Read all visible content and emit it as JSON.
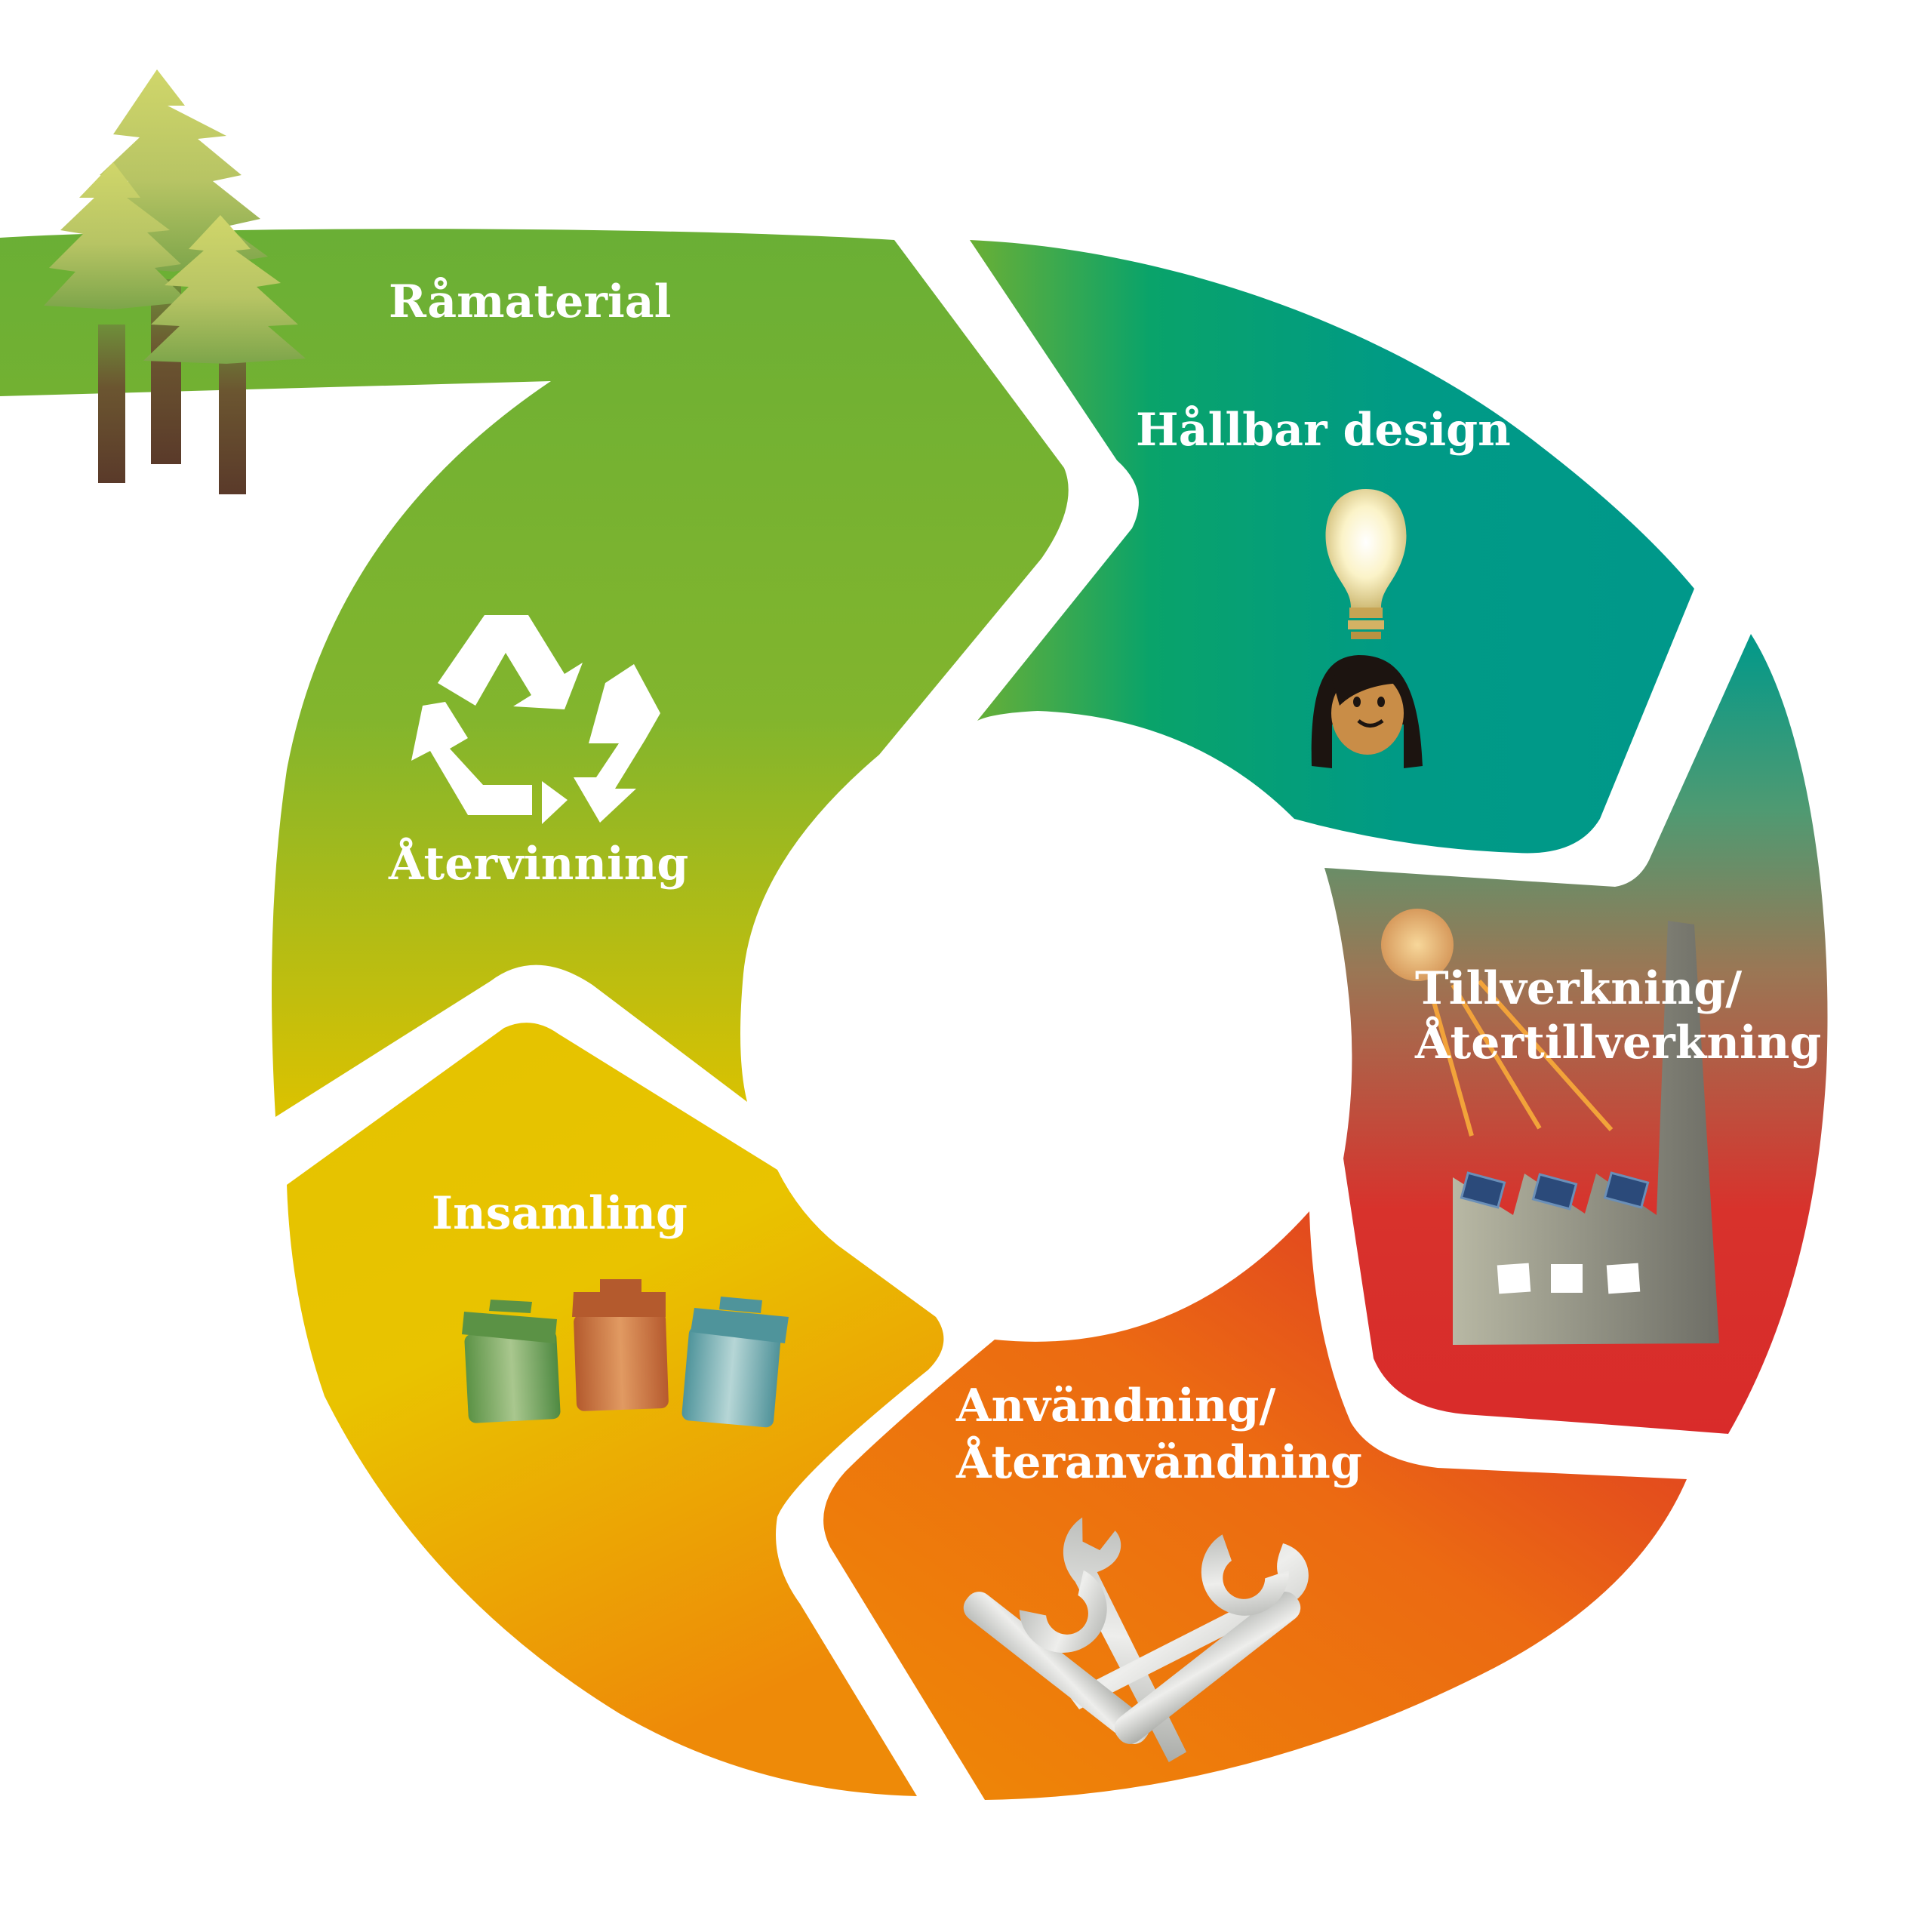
{
  "diagram": {
    "type": "circular-economy-cycle",
    "palette": {
      "green": "#6aaf35",
      "teal": "#009a86",
      "red": "#d92b2a",
      "orange": "#ee7d0d",
      "yellow": "#e6c400",
      "tree_light": "#c7d45a",
      "tree_trunk": "#5a3f2c",
      "bin_green": "#5f9a4a",
      "bin_brown": "#bf6632",
      "bin_teal": "#5e9fa6",
      "metal": "#c8c8c8",
      "factory": "#9a9a8a",
      "bulb": "#f3e7a3",
      "skin": "#c98d47",
      "hair": "#1c1410"
    },
    "stages": [
      {
        "key": "ramaterial",
        "label": "Råmaterial",
        "icon": "tree-icon"
      },
      {
        "key": "design",
        "label": "Hållbar design",
        "icon": "lightbulb-icon"
      },
      {
        "key": "manufacturing",
        "label_line1": "Tillverkning/",
        "label_line2": "Återtillverkning",
        "icon": "factory-icon"
      },
      {
        "key": "usage",
        "label_line1": "Användning/",
        "label_line2": "Återanvändning",
        "icon": "wrench-icon"
      },
      {
        "key": "collection",
        "label": "Insamling",
        "icon": "trash-bin-icon"
      },
      {
        "key": "recycling",
        "label": "Återvinning",
        "icon": "recycle-icon"
      }
    ]
  }
}
